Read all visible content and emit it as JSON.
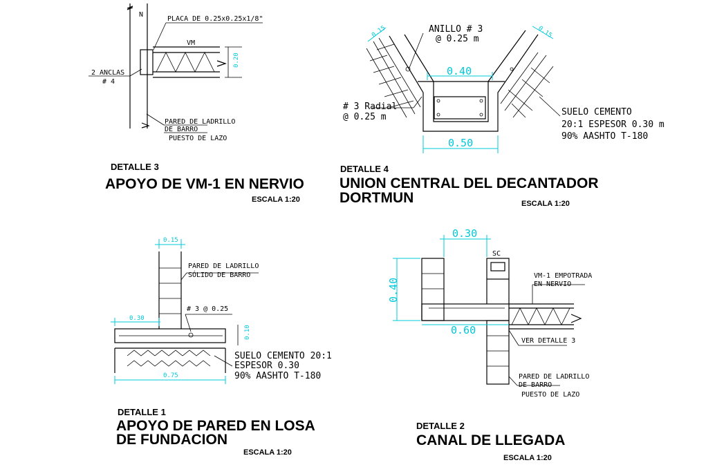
{
  "colors": {
    "dimension": "#00c8d8",
    "line": "#000000",
    "background": "#ffffff"
  },
  "detalle3": {
    "north": "N",
    "plate": "PLACA DE 0.25x0.25x1/8\"",
    "vm": "VM",
    "dim_height": "0.20",
    "anclas_1": "2 ANCLAS",
    "anclas_2": "# 4",
    "wall_1": "PARED DE LADRILLO",
    "wall_2": "DE BARRO",
    "wall_3": "PUESTO DE LAZO",
    "label": "DETALLE 3",
    "title": "APOYO DE VM-1 EN NERVIO",
    "scale": "ESCALA 1:20"
  },
  "detalle4": {
    "dim_left": "0.15",
    "dim_right": "0.15",
    "anillo_1": "ANILLO # 3",
    "anillo_2": "@ 0.25 m",
    "dim_top": "0.40",
    "radial_1": "# 3 Radial",
    "radial_2": "@ 0.25 m",
    "soil_1": "SUELO CEMENTO",
    "soil_2": "20:1 ESPESOR 0.30 m",
    "soil_3": "90% AASHTO T-180",
    "dim_bottom": "0.50",
    "label": "DETALLE 4",
    "title_1": "UNION CENTRAL DEL DECANTADOR",
    "title_2": "DORTMUN",
    "scale": "ESCALA 1:20"
  },
  "detalle1": {
    "dim_wall": "0.15",
    "wall_1": "PARED DE LADRILLO",
    "wall_2": "SÓLIDO DE BARRO",
    "rebar": "# 3 @ 0.25",
    "dim_left": "0.30",
    "dim_slab": "0.10",
    "soil_1": "SUELO CEMENTO 20:1",
    "soil_2": "ESPESOR 0.30",
    "soil_3": "90% AASHTO T-180",
    "dim_total": "0.75",
    "label": "DETALLE 1",
    "title_1": "APOYO DE PARED EN LOSA",
    "title_2": "DE FUNDACION",
    "scale": "ESCALA 1:20"
  },
  "detalle2": {
    "dim_top": "0.30",
    "sc": "SC",
    "dim_height": "0.40",
    "vm_1": "VM-1 EMPOTRADA",
    "vm_2": "EN NERVIO",
    "dim_bottom": "0.60",
    "ver": "VER DETALLE 3",
    "wall_1": "PARED DE LADRILLO",
    "wall_2": "DE BARRO",
    "wall_3": "PUESTO DE LAZO",
    "label": "DETALLE 2",
    "title": "CANAL DE LLEGADA",
    "scale": "ESCALA 1:20"
  }
}
